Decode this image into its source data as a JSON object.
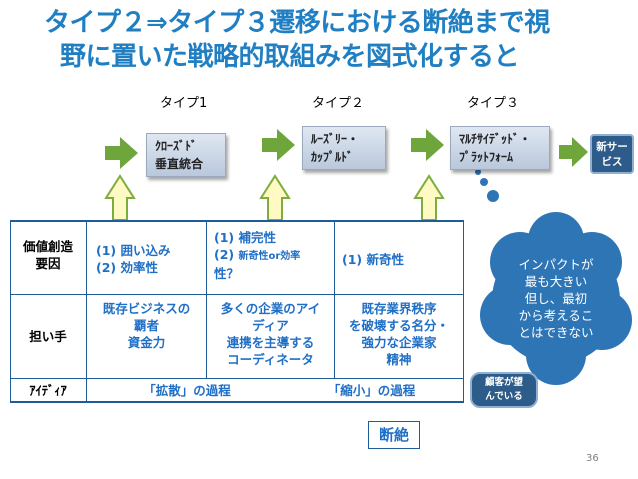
{
  "title": {
    "line1": "タイプ２⇒タイプ３遷移における断絶まで視",
    "line2": "野に置いた戦略的取組みを図式化すると"
  },
  "types": [
    "タイプ1",
    "タイプ２",
    "タイプ３"
  ],
  "boxes": {
    "closed": [
      "ｸﾛｰｽﾞﾄﾞ",
      "垂直統合"
    ],
    "loose": [
      "ﾙｰｽﾞﾘｰ・",
      "ｶｯﾌﾟﾙﾄﾞ"
    ],
    "multi": [
      "ﾏﾙﾁｻｲﾃﾞｯﾄﾞ・",
      "ﾌﾟﾗｯﾄﾌｫｰﾑ"
    ]
  },
  "new_service": "新サー\nビス",
  "table": {
    "row_headers": [
      "価値創造\n要因",
      "担い手",
      "ｱｲﾃﾞｨｱ"
    ],
    "value_col1": [
      "(1) 囲い込み",
      "(2) 効率性"
    ],
    "value_col2_a": "(1) 補完性",
    "value_col2_b_prefix": "(2) ",
    "value_col2_b_small": "新奇性or効率",
    "value_col2_c": "性？",
    "value_col3": "(1) 新奇性",
    "actor_col1": "既存ビジネスの\n覇者\n資金力",
    "actor_col2": "多くの企業のアイ\nディア\n連携を主導する\nコーディネータ",
    "actor_col3": "既存業界秩序\nを破壊する名分・\n強力な企業家\n精神",
    "idea_spread": "「拡散」の過程",
    "idea_shrink": "「縮小」の過程"
  },
  "cloud_text": "インパクトが\n最も大きい\n但し、最初\nから考えるこ\nとはできない",
  "customer_badge": "顧客が望\nんでいる",
  "danzetsu": "断絶",
  "page_number": "36",
  "colors": {
    "title": "#1f7fc2",
    "arrow_green": "#6fa63b",
    "arrow_up_yellow": "#fff9c4",
    "arrow_up_border": "#7cae3d",
    "cloud": "#2e75b6",
    "grid": "#1f5c9a",
    "badge": "#2e5c8a"
  }
}
